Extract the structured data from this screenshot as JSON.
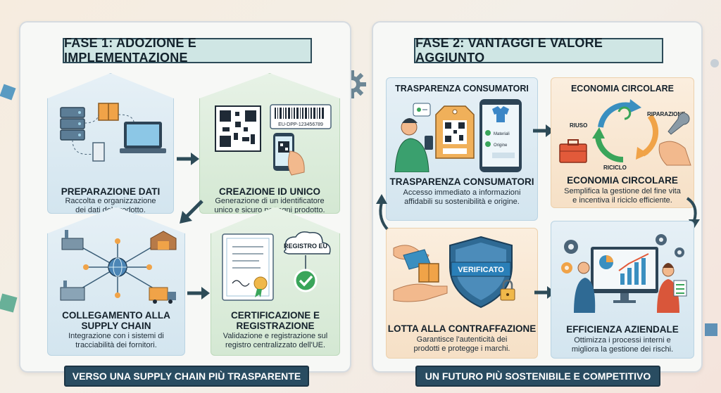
{
  "phase1": {
    "title": "FASE 1: ADOZIONE E IMPLEMENTAZIONE",
    "cards": [
      {
        "title": "PREPARAZIONE DATI",
        "desc": [
          "Raccolta e organizzazione",
          "dei dati del prodotto."
        ]
      },
      {
        "title": "CREAZIONE ID UNICO",
        "desc": [
          "Generazione di un identificatore",
          "unico e sicuro per ogni prodotto."
        ],
        "tag_code": "EU-DPP-123456789"
      },
      {
        "title": [
          "COLLEGAMENTO ALLA",
          "SUPPLY CHAIN"
        ],
        "desc": [
          "Integrazione con i sistemi di",
          "tracciabilità dei fornitori."
        ]
      },
      {
        "title": [
          "CERTIFICAZIONE E",
          "REGISTRAZIONE"
        ],
        "desc": [
          "Validazione e registrazione sul",
          "registro centralizzato dell'UE."
        ],
        "cloud_label": "REGISTRO EU"
      }
    ],
    "footer": "VERSO UNA SUPPLY CHAIN PIÙ TRASPARENTE"
  },
  "phase2": {
    "title": "FASE 2: VANTAGGI E VALORE AGGIUNTO",
    "cards": [
      {
        "top_title": "TRASPARENZA CONSUMATORI",
        "title": "TRASPARENZA CONSUMATORI",
        "desc": [
          "Accesso immediato a informazioni",
          "affidabili su sostenibilità e origine."
        ],
        "phone_rows": [
          "Materiali",
          "Origine"
        ]
      },
      {
        "top_title": "ECONOMIA CIRCOLARE",
        "title": "ECONOMIA CIRCOLARE",
        "desc": [
          "Semplifica la gestione del fine vita",
          "e incentiva il riciclo efficiente."
        ],
        "cycle_labels": {
          "reuse": "RIUSO",
          "repair": "RIPARAZIONE",
          "recycle": "RICICLO"
        }
      },
      {
        "title": "LOTTA ALLA CONTRAFFAZIONE",
        "desc": [
          "Garantisce l'autenticità dei",
          "prodotti e protegge i marchi."
        ],
        "shield_label": "VERIFICATO"
      },
      {
        "title": "EFFICIENZA AZIENDALE",
        "desc": [
          "Ottimizza i processi interni e",
          "migliora la gestione dei rischi."
        ]
      }
    ],
    "footer": "UN FUTURO PIÙ SOSTENIBILE E COMPETITIVO"
  },
  "colors": {
    "navy": "#294c61",
    "ribbon": "#cfe6e4",
    "blue_card": "#d3e5ef",
    "green_card": "#d4e8d3",
    "orange_card": "#f6e0c6",
    "check_green": "#3aa55a"
  }
}
